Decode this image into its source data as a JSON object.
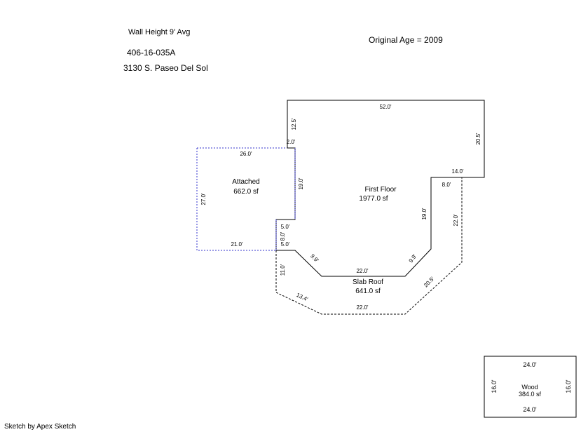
{
  "header": {
    "wall_height": "Wall Height 9' Avg",
    "parcel": "406-16-035A",
    "address": "3130 S. Paseo Del Sol",
    "original_age": "Original Age  =  2009"
  },
  "footer": {
    "credit": "Sketch by Apex Sketch"
  },
  "areas": {
    "first_floor": {
      "name": "First Floor",
      "size": "1977.0 sf"
    },
    "attached": {
      "name": "Attached",
      "size": "662.0 sf"
    },
    "slab_roof": {
      "name": "Slab Roof",
      "size": "641.0 sf"
    },
    "wood": {
      "name": "Wood",
      "size": "384.0 sf"
    }
  },
  "dimensions": {
    "top": "52.0'",
    "right": "20.5'",
    "upper_left": "12.5'",
    "notch": "2.0'",
    "inner_left": "19.0'",
    "step_right": "14.0'",
    "slab_top": "8.0'",
    "inner_right": "19.0'",
    "diag_right": "9.9'",
    "bottom_mid": "22.0'",
    "diag_left": "9.9'",
    "left_notch_a": "5.0'",
    "left_notch_b": "8.0'",
    "left_notch_c": "5.0'",
    "attached_top": "26.0'",
    "attached_left": "27.0'",
    "attached_bottom": "21.0'",
    "slab_right": "22.0'",
    "slab_diag_right": "20.5'",
    "slab_bottom": "22.0'",
    "slab_diag_left": "13.4'",
    "slab_left": "11.0'",
    "wood_top": "24.0'",
    "wood_bottom": "24.0'",
    "wood_left": "16.0'",
    "wood_right": "16.0'"
  }
}
